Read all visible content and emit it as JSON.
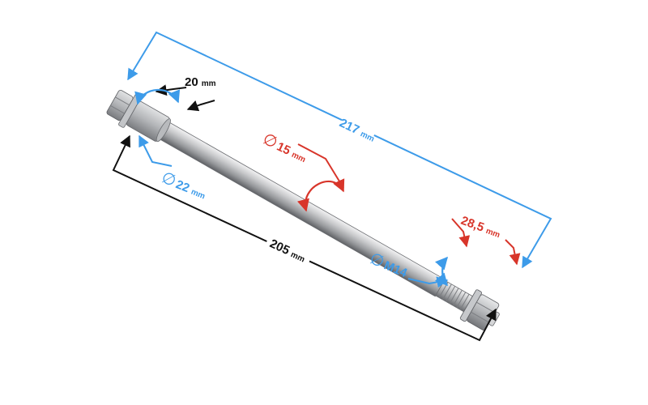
{
  "dimensions": {
    "overall_length": {
      "value": "217",
      "unit": "mm"
    },
    "shank_length": {
      "value": "205",
      "unit": "mm"
    },
    "collar_length": {
      "value": "20",
      "unit": "mm"
    },
    "collar_diameter": {
      "symbol": "∅",
      "value": "22",
      "unit": "mm"
    },
    "shaft_diameter": {
      "symbol": "∅",
      "value": "15",
      "unit": "mm"
    },
    "thread_diameter": {
      "symbol": "∅",
      "value": "M14"
    },
    "nut_size": {
      "value": "28,5",
      "unit": "mm"
    }
  },
  "colors": {
    "blue": "#3d9be9",
    "red": "#d8352a",
    "black": "#111111",
    "steel_light": "#d9dadc",
    "steel_mid": "#a9abae",
    "steel_dark": "#6e7074"
  }
}
